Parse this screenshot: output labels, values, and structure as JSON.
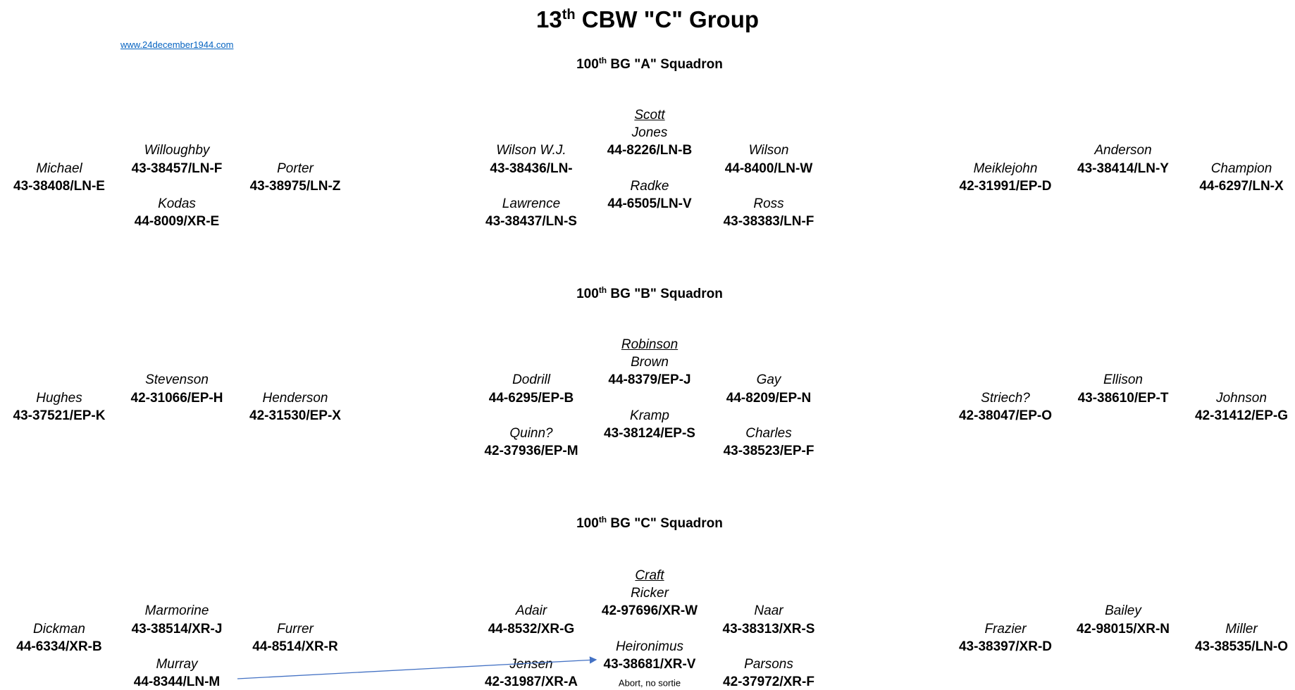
{
  "title": {
    "num": "13",
    "sup": "th",
    "rest": " CBW \"C\" Group"
  },
  "link": "www.24december1944.com",
  "arrow_color": "#4472c4",
  "squadrons": [
    {
      "title": {
        "num": "100",
        "sup": "th",
        "rest": " BG \"A\" Squadron"
      },
      "leader": "Scott",
      "slots": {
        "c0": {
          "name": "Michael",
          "tail": "43-38408/LN-E"
        },
        "c1a": {
          "name": "Willoughby",
          "tail": "43-38457/LN-F"
        },
        "c1b": {
          "name": "Kodas",
          "tail": "44-8009/XR-E"
        },
        "c2": {
          "name": "Porter",
          "tail": "43-38975/LN-Z"
        },
        "c3a": {
          "name": "Wilson W.J.",
          "tail": "43-38436/LN-"
        },
        "c3b": {
          "name": "Lawrence",
          "tail": "43-38437/LN-S"
        },
        "c4a": {
          "name": "Jones",
          "tail": "44-8226/LN-B"
        },
        "c4b": {
          "name": "Radke",
          "tail": "44-6505/LN-V"
        },
        "c5a": {
          "name": "Wilson",
          "tail": "44-8400/LN-W"
        },
        "c5b": {
          "name": "Ross",
          "tail": "43-38383/LN-F"
        },
        "c6": {
          "name": "Meiklejohn",
          "tail": "42-31991/EP-D"
        },
        "c7": {
          "name": "Anderson",
          "tail": "43-38414/LN-Y"
        },
        "c8": {
          "name": "Champion",
          "tail": "44-6297/LN-X"
        }
      }
    },
    {
      "title": {
        "num": "100",
        "sup": "th",
        "rest": " BG \"B\" Squadron"
      },
      "leader": "Robinson",
      "slots": {
        "c0": {
          "name": "Hughes",
          "tail": "43-37521/EP-K"
        },
        "c1a": {
          "name": "Stevenson",
          "tail": "42-31066/EP-H"
        },
        "c2": {
          "name": "Henderson",
          "tail": "42-31530/EP-X"
        },
        "c3a": {
          "name": "Dodrill",
          "tail": "44-6295/EP-B"
        },
        "c3b": {
          "name": "Quinn?",
          "tail": "42-37936/EP-M"
        },
        "c4a": {
          "name": "Brown",
          "tail": "44-8379/EP-J"
        },
        "c4b": {
          "name": "Kramp",
          "tail": "43-38124/EP-S"
        },
        "c5a": {
          "name": "Gay",
          "tail": "44-8209/EP-N"
        },
        "c5b": {
          "name": "Charles",
          "tail": "43-38523/EP-F"
        },
        "c6": {
          "name": "Striech?",
          "tail": "42-38047/EP-O"
        },
        "c7": {
          "name": "Ellison",
          "tail": "43-38610/EP-T"
        },
        "c8": {
          "name": "Johnson",
          "tail": "42-31412/EP-G"
        }
      }
    },
    {
      "title": {
        "num": "100",
        "sup": "th",
        "rest": " BG \"C\" Squadron"
      },
      "leader": "Craft",
      "note": "Abort, no sortie",
      "slots": {
        "c0": {
          "name": "Dickman",
          "tail": "44-6334/XR-B"
        },
        "c1a": {
          "name": "Marmorine",
          "tail": "43-38514/XR-J"
        },
        "c1b": {
          "name": "Murray",
          "tail": "44-8344/LN-M"
        },
        "c2": {
          "name": "Furrer",
          "tail": "44-8514/XR-R"
        },
        "c3a": {
          "name": "Adair",
          "tail": "44-8532/XR-G"
        },
        "c3b": {
          "name": "Jensen",
          "tail": "42-31987/XR-A"
        },
        "c4a": {
          "name": "Ricker",
          "tail": "42-97696/XR-W"
        },
        "c4b": {
          "name": "Heironimus",
          "tail": "43-38681/XR-V"
        },
        "c5a": {
          "name": "Naar",
          "tail": "43-38313/XR-S"
        },
        "c5b": {
          "name": "Parsons",
          "tail": "42-37972/XR-F"
        },
        "c6": {
          "name": "Frazier",
          "tail": "43-38397/XR-D"
        },
        "c7": {
          "name": "Bailey",
          "tail": "42-98015/XR-N"
        },
        "c8": {
          "name": "Miller",
          "tail": "43-38535/LN-O"
        }
      }
    }
  ]
}
